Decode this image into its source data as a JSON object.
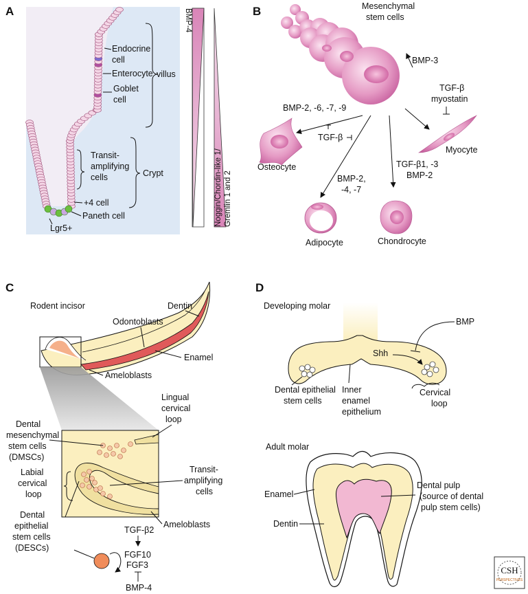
{
  "panels": {
    "a": "A",
    "b": "B",
    "c": "C",
    "d": "D"
  },
  "panel_a": {
    "endocrine_line1": "Endocrine",
    "endocrine_line2": "cell",
    "enterocyte": "Enterocyte",
    "villus": "villus",
    "goblet_line1": "Goblet",
    "goblet_line2": "cell",
    "transit_line1": "Transit-",
    "transit_line2": "amplifying",
    "transit_line3": "cells",
    "crypt": "Crypt",
    "plus4": "+4 cell",
    "paneth": "Paneth cell",
    "lgr5": "Lgr5+",
    "bmp4": "BMP-4",
    "noggin_line1": "Noggin/Chordin-like 1/",
    "noggin_line2": "Gremlin 1 and 2"
  },
  "panel_b": {
    "msc_line1": "Mesenchymal",
    "msc_line2": "stem cells",
    "bmp3": "BMP-3",
    "tgfb_line1": "TGF-β",
    "tgfb_line2": "myostatin",
    "bmp2679": "BMP-2, -6, -7, -9",
    "tgfb_inhib": "TGF-β",
    "osteocyte": "Osteocyte",
    "myocyte": "Myocyte",
    "tgfb13": "TGF-β1, -3",
    "bmp2": "BMP-2",
    "bmp247_line1": "BMP-2,",
    "bmp247_line2": "-4, -7",
    "adipocyte": "Adipocyte",
    "chondrocyte": "Chondrocyte"
  },
  "panel_c": {
    "rodent_incisor": "Rodent incisor",
    "dentin": "Dentin",
    "odontoblasts": "Odontoblasts",
    "enamel": "Enamel",
    "ameloblasts_top": "Ameloblasts",
    "lingual_line1": "Lingual",
    "lingual_line2": "cervical",
    "lingual_line3": "loop",
    "dmsc_line1": "Dental",
    "dmsc_line2": "mesenchymal",
    "dmsc_line3": "stem cells",
    "dmsc_line4": "(DMSCs)",
    "labial_line1": "Labial",
    "labial_line2": "cervical",
    "labial_line3": "loop",
    "transit_line1": "Transit-",
    "transit_line2": "amplifying",
    "transit_line3": "cells",
    "ameloblasts_bottom": "Ameloblasts",
    "desc_line1": "Dental",
    "desc_line2": "epithelial",
    "desc_line3": "stem cells",
    "desc_line4": "(DESCs)",
    "tgfb2": "TGF-β2",
    "fgf10": "FGF10",
    "fgf3": "FGF3",
    "bmp4": "BMP-4"
  },
  "panel_d": {
    "developing_molar": "Developing molar",
    "bmp": "BMP",
    "shh": "Shh",
    "desc_line1": "Dental epithelial",
    "desc_line2": "stem cells",
    "iee_line1": "Inner",
    "iee_line2": "enamel",
    "iee_line3": "epithelium",
    "cervical_line1": "Cervical",
    "cervical_line2": "loop",
    "adult_molar": "Adult molar",
    "enamel": "Enamel",
    "pulp_line1": "Dental pulp",
    "pulp_line2": "(source of dental",
    "pulp_line3": "pulp stem cells)",
    "dentin": "Dentin"
  },
  "logo": {
    "line1": "CSH",
    "line2": "PERSPECTIVES"
  },
  "colors": {
    "panel_a_bg": "#dde8f5",
    "cell_pink": "#f4d6e6",
    "magenta": "#c45a9a",
    "tooth_yellow": "#fbefbf",
    "enamel_red": "#e05a5a",
    "pulp_pink": "#f2b8d2",
    "green": "#6cbf3f",
    "stem_orange": "#f08c5a"
  }
}
